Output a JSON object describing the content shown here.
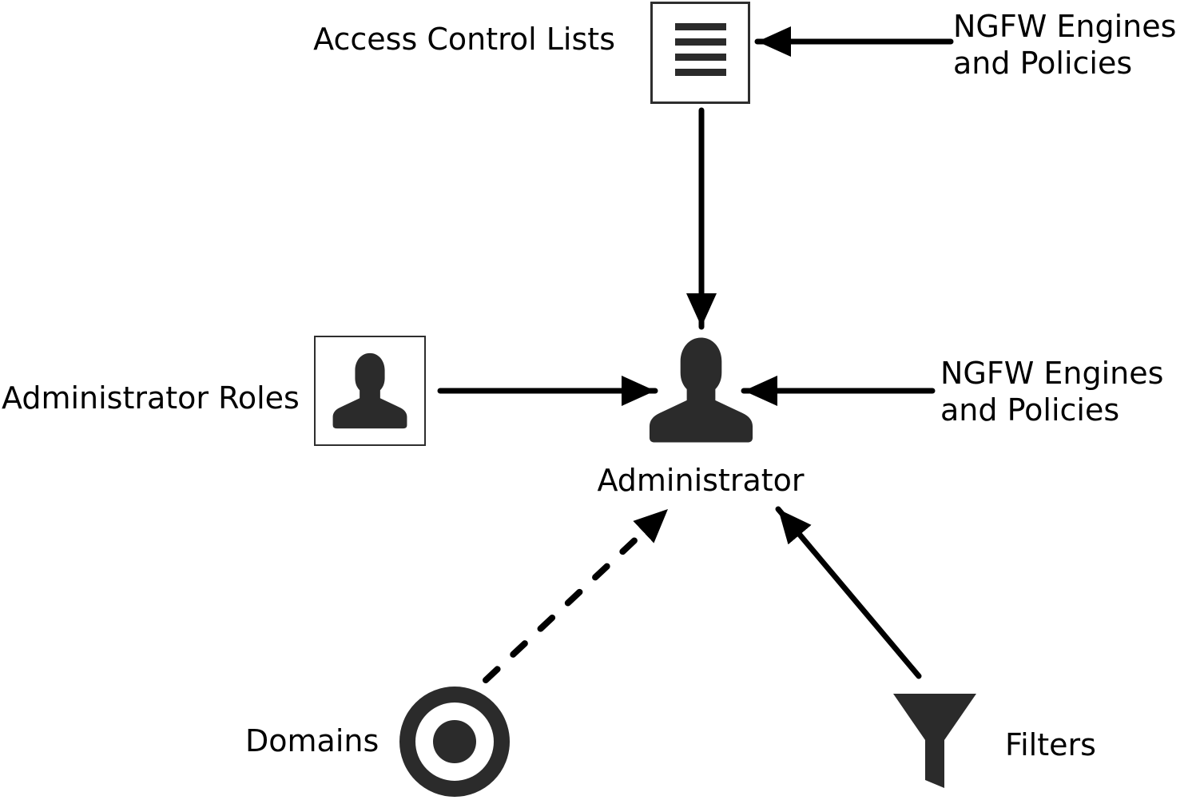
{
  "colors": {
    "background": "#ffffff",
    "ink": "#000000",
    "icon_fill": "#2b2b2b",
    "box_border": "#2e2e2e"
  },
  "nodes": {
    "access_control_lists": {
      "label": "Access Control Lists",
      "icon": "list-icon"
    },
    "ngfw_top": {
      "line1": "NGFW Engines",
      "line2": "and Policies"
    },
    "administrator_roles": {
      "label": "Administrator Roles",
      "icon": "person-icon"
    },
    "administrator": {
      "label": "Administrator",
      "icon": "person-icon"
    },
    "ngfw_right": {
      "line1": "NGFW Engines",
      "line2": "and Policies"
    },
    "domains": {
      "label": "Domains",
      "icon": "target-icon"
    },
    "filters": {
      "label": "Filters",
      "icon": "funnel-icon"
    }
  },
  "edges": [
    {
      "from": "NGFW Engines and Policies (top)",
      "to": "Access Control Lists",
      "style": "solid"
    },
    {
      "from": "Access Control Lists",
      "to": "Administrator",
      "style": "solid"
    },
    {
      "from": "Administrator Roles",
      "to": "Administrator",
      "style": "solid"
    },
    {
      "from": "NGFW Engines and Policies (right)",
      "to": "Administrator",
      "style": "solid"
    },
    {
      "from": "Domains",
      "to": "Administrator",
      "style": "dashed"
    },
    {
      "from": "Filters",
      "to": "Administrator",
      "style": "solid"
    }
  ]
}
